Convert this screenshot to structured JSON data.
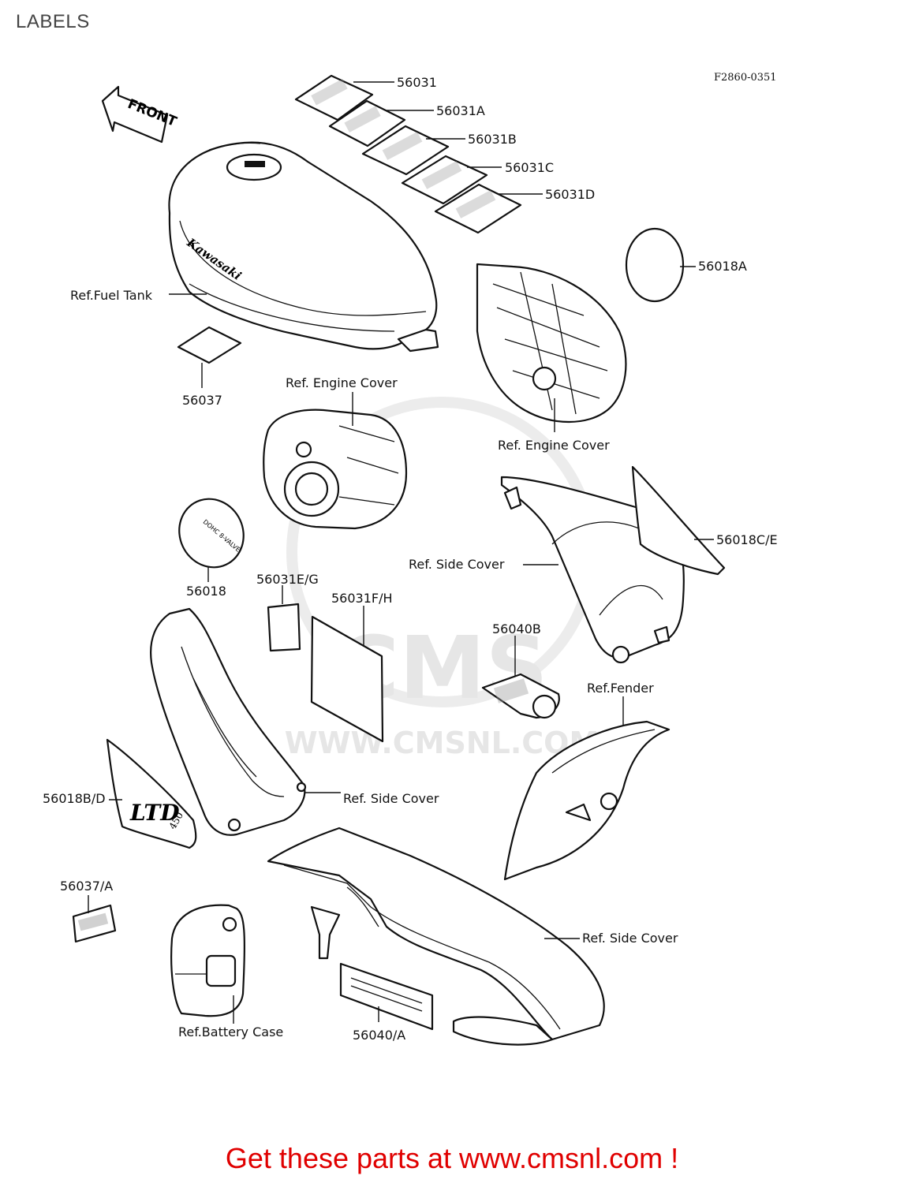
{
  "page_title": "LABELS",
  "figure_code": "F2860-0351",
  "front_arrow_text": "FRONT",
  "watermark": {
    "brand": "CMS",
    "url": "WWW.CMSNL.COM"
  },
  "callouts": {
    "p56031": "56031",
    "p56031A": "56031A",
    "p56031B": "56031B",
    "p56031C": "56031C",
    "p56031D": "56031D",
    "p56018A": "56018A",
    "ref_fuel_tank": "Ref.Fuel Tank",
    "p56037": "56037",
    "ref_engine_cover_1": "Ref. Engine Cover",
    "ref_engine_cover_2": "Ref. Engine Cover",
    "p56018CE": "56018C/E",
    "ref_side_cover_1": "Ref. Side Cover",
    "p56018": "56018",
    "p56031EG": "56031E/G",
    "p56031FH": "56031F/H",
    "p56040B": "56040B",
    "ref_fender": "Ref.Fender",
    "p56018BD": "56018B/D",
    "ref_side_cover_2": "Ref. Side Cover",
    "p56037A": "56037/A",
    "ref_side_cover_3": "Ref. Side Cover",
    "ref_battery_case": "Ref.Battery Case",
    "p56040A": "56040/A"
  },
  "decal_text": {
    "tank_logo": "Kawasaki",
    "ltd_logo": "LTD",
    "ltd_number": "450"
  },
  "footer_text": "Get these parts at www.cmsnl.com !",
  "colors": {
    "footer": "#e00000",
    "line": "#111111",
    "watermark": "#e6e6e6"
  }
}
